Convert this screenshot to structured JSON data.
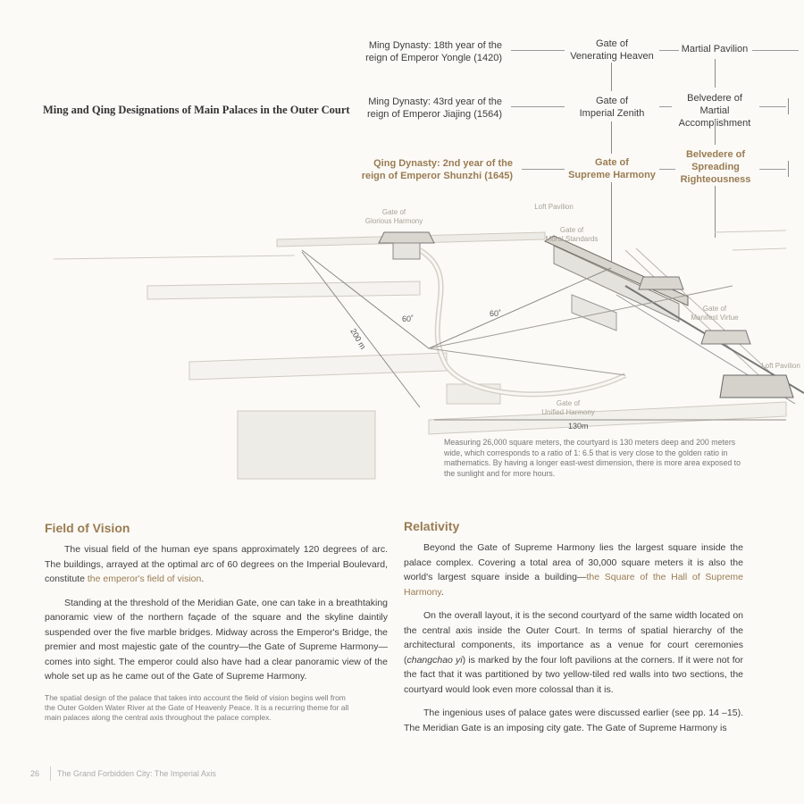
{
  "heading": "Ming and Qing Designations of Main Palaces in the Outer Court",
  "timeline": {
    "rows": [
      {
        "period": [
          "Ming Dynasty: 18th year of the",
          "reign of Emperor Yongle (1420)"
        ],
        "gate": [
          "Gate of",
          "Venerating Heaven"
        ],
        "pavilion": [
          "Martial Pavilion"
        ]
      },
      {
        "period": [
          "Ming Dynasty: 43rd year of the",
          "reign of Emperor Jiajing (1564)"
        ],
        "gate": [
          "Gate of",
          "Imperial Zenith"
        ],
        "pavilion": [
          "Belvedere of Martial",
          "Accomplishment"
        ]
      },
      {
        "period": [
          "Qing Dynasty: 2nd year of the",
          "reign of Emperor Shunzhi (1645)"
        ],
        "gate": [
          "Gate of",
          "Supreme Harmony"
        ],
        "pavilion": [
          "Belvedere of",
          "Spreading",
          "Righteousness"
        ]
      }
    ]
  },
  "diagram": {
    "labels": {
      "gate_glorious": [
        "Gate of",
        "Glorious Harmony"
      ],
      "loft1": "Loft Pavilion",
      "gate_moral": [
        "Gate of",
        "Moral Standards"
      ],
      "gate_manifest": [
        "Gate of",
        "Manifest Virtue"
      ],
      "loft2": "Loft Pavilion",
      "gate_unified": [
        "Gate of",
        "Unified Harmony"
      ],
      "angle1": "60˚",
      "angle2": "60˚",
      "dist200": "200 m",
      "dist130": "130m"
    },
    "caption": [
      "Measuring 26,000 square meters, the courtyard is 130 meters deep and 200 meters",
      "wide, which corresponds to a ratio of 1: 6.5 that is very close to the golden ratio in",
      "mathematics. By having a longer east-west dimension, there is more area exposed to",
      "the sunlight and for more hours."
    ]
  },
  "left": {
    "title": "Field of Vision",
    "p1a": "The visual field of the human eye spans approximately 120 degrees of arc. The buildings, arrayed at the optimal arc of 60 degrees on the Imperial Boulevard, constitute ",
    "p1link": "the emperor's field of vision",
    "p1b": ".",
    "p2": "Standing at the threshold of the Meridian Gate, one can take in a breathtaking panoramic view of the northern façade of the square and the skyline daintily suspended over the five marble bridges. Midway across the Emperor's Bridge, the premier and most majestic gate of the country—the Gate of Supreme Harmony—comes into sight. The emperor could also have had a clear panoramic view of the whole set up as he came out of the Gate of Supreme Harmony.",
    "caption": "The spatial design of the palace that takes into account the field of vision begins well from the Outer Golden Water River at the Gate of Heavenly Peace. It is a recurring theme for all main palaces along the central axis throughout the palace complex."
  },
  "right": {
    "title": "Relativity",
    "p1a": "Beyond the Gate of Supreme Harmony lies the largest square inside the palace complex. Covering a total area of 30,000 square meters it is also the world's largest square inside a building—",
    "p1link": "the Square of the Hall of Supreme Harmony",
    "p1b": ".",
    "p2a": "On the overall layout, it is the second courtyard of the same width located on the central axis inside the Outer Court. In terms of spatial hierarchy of the architectural components, its importance as a venue for court ceremonies (",
    "p2i": "changchao yi",
    "p2b": ") is marked by the four loft pavilions at the corners. If it were not for the fact that it was partitioned by two yellow-tiled red walls into two sections, the courtyard would look even more colossal than it is.",
    "p3": "The ingenious uses of palace gates were discussed earlier (see pp. 14 –15). The Meridian Gate is an imposing city gate. The Gate of Supreme Harmony is"
  },
  "footer": {
    "page": "26",
    "title": "The Grand Forbidden City: The Imperial Axis"
  }
}
